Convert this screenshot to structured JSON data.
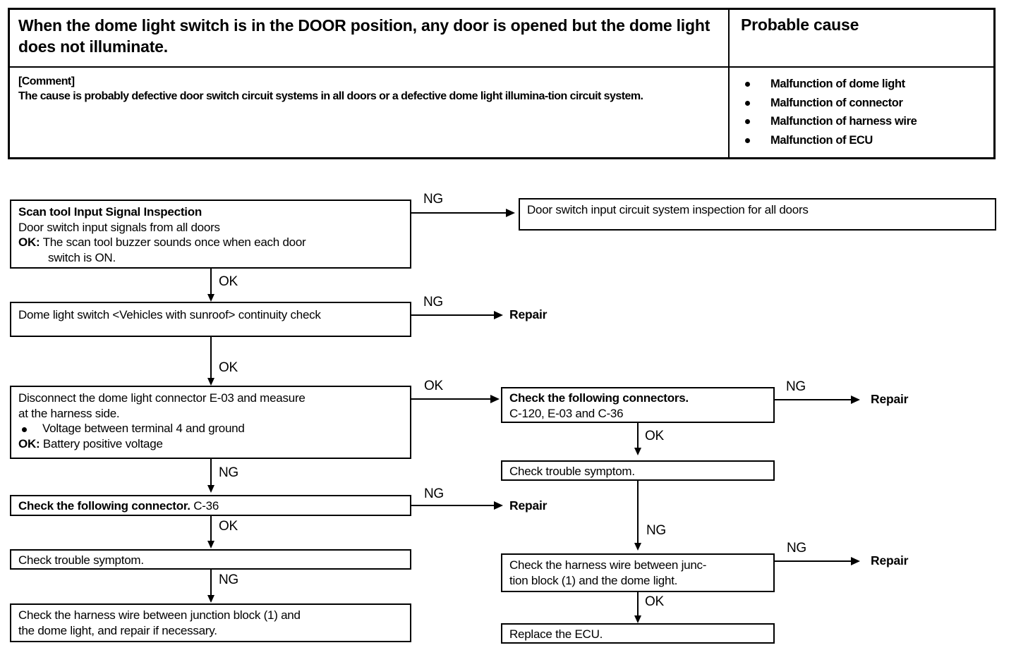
{
  "symptom_table": {
    "header_left": "When the dome light switch is in the DOOR position, any door is opened but the dome light does not illuminate.",
    "header_right": "Probable cause",
    "comment_label": "[Comment]",
    "comment_text": "The cause is probably defective door switch circuit systems in all doors or a defective dome light illumina-tion circuit system.",
    "causes": [
      "Malfunction of dome light",
      "Malfunction of connector",
      "Malfunction of harness wire",
      "Malfunction of ECU"
    ]
  },
  "flow": {
    "box_scan_tool": {
      "line1": "Scan tool Input Signal Inspection",
      "line2": "Door switch input signals from all doors",
      "line3_label": "OK:",
      "line3": " The scan tool buzzer sounds once when each door",
      "line4": "switch is ON."
    },
    "box_door_switch_inspection": "Door switch input circuit system inspection for all doors",
    "box_dome_light_switch": "Dome light switch <Vehicles with sunroof> continuity check",
    "box_disconnect": {
      "line1": "Disconnect the dome light connector E-03 and measure",
      "line2": "at the harness side.",
      "line3": "Voltage between terminal 4 and ground",
      "line4_label": "OK:",
      "line4": " Battery positive voltage"
    },
    "box_check_connectors_right": {
      "line1": "Check the following connectors.",
      "line2": "C-120, E-03 and C-36"
    },
    "box_check_trouble_right": "Check trouble symptom.",
    "box_harness_right": {
      "line1": "Check the harness wire between junc-",
      "line2": "tion block (1) and the dome light."
    },
    "box_replace_ecu": "Replace the ECU.",
    "box_check_connector_left_bold": "Check the following connector.",
    "box_check_connector_left_code": " C-36",
    "box_check_trouble_left": "Check trouble symptom.",
    "box_harness_left": {
      "line1": "Check the harness wire between junction block (1) and",
      "line2": "the dome light, and repair if necessary."
    },
    "labels": {
      "ok": "OK",
      "ng": "NG",
      "repair": "Repair"
    }
  }
}
